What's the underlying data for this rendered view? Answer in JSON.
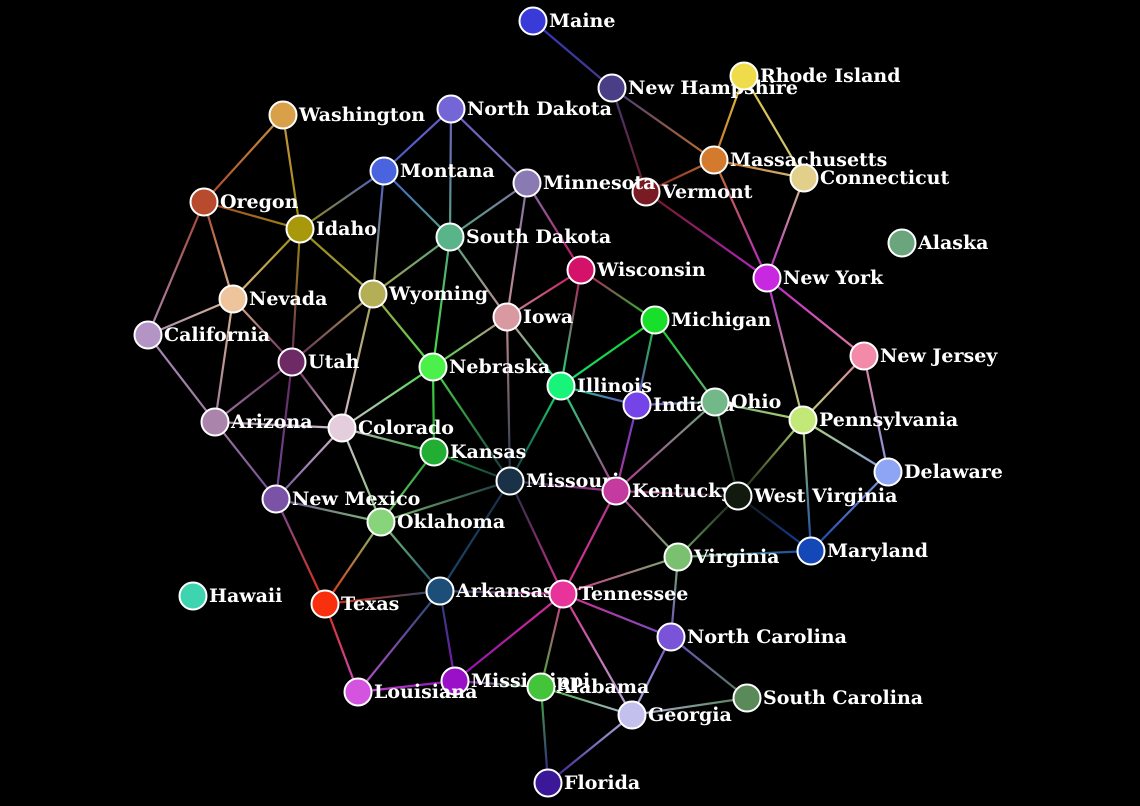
{
  "nodes": [
    {
      "id": "Maine",
      "label": "Maine",
      "color": "#3a3ad8"
    },
    {
      "id": "New Hampshire",
      "label": "New Hampshire",
      "color": "#4a3f87"
    },
    {
      "id": "Rhode Island",
      "label": "Rhode Island",
      "color": "#f0dc4a"
    },
    {
      "id": "Massachusetts",
      "label": "Massachusetts",
      "color": "#d47a2c"
    },
    {
      "id": "Connecticut",
      "label": "Connecticut",
      "color": "#e2cf8a"
    },
    {
      "id": "Vermont",
      "label": "Vermont",
      "color": "#7a1a22"
    },
    {
      "id": "Alaska",
      "label": "Alaska",
      "color": "#6aa57e"
    },
    {
      "id": "Washington",
      "label": "Washington",
      "color": "#d8a048"
    },
    {
      "id": "North Dakota",
      "label": "North Dakota",
      "color": "#7466d6"
    },
    {
      "id": "Montana",
      "label": "Montana",
      "color": "#4a64e0"
    },
    {
      "id": "Minnesota",
      "label": "Minnesota",
      "color": "#8a7ab4"
    },
    {
      "id": "Oregon",
      "label": "Oregon",
      "color": "#b84a2e"
    },
    {
      "id": "Idaho",
      "label": "Idaho",
      "color": "#a8980c"
    },
    {
      "id": "South Dakota",
      "label": "South Dakota",
      "color": "#5ab48a"
    },
    {
      "id": "Wisconsin",
      "label": "Wisconsin",
      "color": "#d4126a"
    },
    {
      "id": "New York",
      "label": "New York",
      "color": "#c828e0"
    },
    {
      "id": "Nevada",
      "label": "Nevada",
      "color": "#eec49c"
    },
    {
      "id": "Wyoming",
      "label": "Wyoming",
      "color": "#b4ae56"
    },
    {
      "id": "Iowa",
      "label": "Iowa",
      "color": "#d89aa0"
    },
    {
      "id": "Michigan",
      "label": "Michigan",
      "color": "#18e02a"
    },
    {
      "id": "California",
      "label": "California",
      "color": "#b494c4"
    },
    {
      "id": "Utah",
      "label": "Utah",
      "color": "#6e2a64"
    },
    {
      "id": "Nebraska",
      "label": "Nebraska",
      "color": "#4cf04a"
    },
    {
      "id": "New Jersey",
      "label": "New Jersey",
      "color": "#f48aaa"
    },
    {
      "id": "Illinois",
      "label": "Illinois",
      "color": "#18f47a"
    },
    {
      "id": "Indiana",
      "label": "Indiana",
      "color": "#7444e8"
    },
    {
      "id": "Ohio",
      "label": "Ohio",
      "color": "#72b888"
    },
    {
      "id": "Arizona",
      "label": "Arizona",
      "color": "#aa84aa"
    },
    {
      "id": "Colorado",
      "label": "Colorado",
      "color": "#e4cede"
    },
    {
      "id": "Pennsylvania",
      "label": "Pennsylvania",
      "color": "#c2e878"
    },
    {
      "id": "Kansas",
      "label": "Kansas",
      "color": "#22ae32"
    },
    {
      "id": "Delaware",
      "label": "Delaware",
      "color": "#8ea4f4"
    },
    {
      "id": "Missouri",
      "label": "Missouri",
      "color": "#1a3248"
    },
    {
      "id": "Kentucky",
      "label": "Kentucky",
      "color": "#c43a9e"
    },
    {
      "id": "West Virginia",
      "label": "West Virginia",
      "color": "#121a10"
    },
    {
      "id": "New Mexico",
      "label": "New Mexico",
      "color": "#7a52a6"
    },
    {
      "id": "Oklahoma",
      "label": "Oklahoma",
      "color": "#88d47a"
    },
    {
      "id": "Virginia",
      "label": "Virginia",
      "color": "#7ac070"
    },
    {
      "id": "Maryland",
      "label": "Maryland",
      "color": "#1448b8"
    },
    {
      "id": "Hawaii",
      "label": "Hawaii",
      "color": "#3ed4b0"
    },
    {
      "id": "Texas",
      "label": "Texas",
      "color": "#f8300e"
    },
    {
      "id": "Arkansas",
      "label": "Arkansas",
      "color": "#1c4e78"
    },
    {
      "id": "Tennessee",
      "label": "Tennessee",
      "color": "#e8349a"
    },
    {
      "id": "North Carolina",
      "label": "North Carolina",
      "color": "#7a54d8"
    },
    {
      "id": "Mississippi",
      "label": "Mississippi",
      "color": "#9a10c8"
    },
    {
      "id": "Alabama",
      "label": "Alabama",
      "color": "#44c43a"
    },
    {
      "id": "South Carolina",
      "label": "South Carolina",
      "color": "#5a8a5a"
    },
    {
      "id": "Louisiana",
      "label": "Louisiana",
      "color": "#d454e0"
    },
    {
      "id": "Georgia",
      "label": "Georgia",
      "color": "#c4c0ee"
    },
    {
      "id": "Florida",
      "label": "Florida",
      "color": "#3a1898"
    }
  ],
  "edges": [
    [
      "Maine",
      "New Hampshire"
    ],
    [
      "New Hampshire",
      "Vermont"
    ],
    [
      "New Hampshire",
      "Massachusetts"
    ],
    [
      "Rhode Island",
      "Massachusetts"
    ],
    [
      "Rhode Island",
      "Connecticut"
    ],
    [
      "Massachusetts",
      "Connecticut"
    ],
    [
      "Massachusetts",
      "Vermont"
    ],
    [
      "Massachusetts",
      "New York"
    ],
    [
      "Connecticut",
      "New York"
    ],
    [
      "Vermont",
      "New York"
    ],
    [
      "New York",
      "New Jersey"
    ],
    [
      "New York",
      "Pennsylvania"
    ],
    [
      "New Jersey",
      "Pennsylvania"
    ],
    [
      "New Jersey",
      "Delaware"
    ],
    [
      "Pennsylvania",
      "Delaware"
    ],
    [
      "Pennsylvania",
      "Ohio"
    ],
    [
      "Pennsylvania",
      "West Virginia"
    ],
    [
      "Pennsylvania",
      "Maryland"
    ],
    [
      "Delaware",
      "Maryland"
    ],
    [
      "Maryland",
      "West Virginia"
    ],
    [
      "Maryland",
      "Virginia"
    ],
    [
      "Washington",
      "Oregon"
    ],
    [
      "Washington",
      "Idaho"
    ],
    [
      "Oregon",
      "Idaho"
    ],
    [
      "Oregon",
      "Nevada"
    ],
    [
      "Oregon",
      "California"
    ],
    [
      "Idaho",
      "Nevada"
    ],
    [
      "Idaho",
      "Montana"
    ],
    [
      "Idaho",
      "Wyoming"
    ],
    [
      "Idaho",
      "Utah"
    ],
    [
      "Nevada",
      "California"
    ],
    [
      "Nevada",
      "Utah"
    ],
    [
      "Nevada",
      "Arizona"
    ],
    [
      "California",
      "Arizona"
    ],
    [
      "Montana",
      "North Dakota"
    ],
    [
      "Montana",
      "South Dakota"
    ],
    [
      "Montana",
      "Wyoming"
    ],
    [
      "North Dakota",
      "Minnesota"
    ],
    [
      "North Dakota",
      "South Dakota"
    ],
    [
      "Minnesota",
      "South Dakota"
    ],
    [
      "Minnesota",
      "Iowa"
    ],
    [
      "Minnesota",
      "Wisconsin"
    ],
    [
      "South Dakota",
      "Wyoming"
    ],
    [
      "South Dakota",
      "Nebraska"
    ],
    [
      "South Dakota",
      "Iowa"
    ],
    [
      "Wyoming",
      "Utah"
    ],
    [
      "Wyoming",
      "Colorado"
    ],
    [
      "Wyoming",
      "Nebraska"
    ],
    [
      "Utah",
      "Colorado"
    ],
    [
      "Utah",
      "Arizona"
    ],
    [
      "Utah",
      "New Mexico"
    ],
    [
      "Arizona",
      "New Mexico"
    ],
    [
      "Arizona",
      "Colorado"
    ],
    [
      "Colorado",
      "New Mexico"
    ],
    [
      "Colorado",
      "Nebraska"
    ],
    [
      "Colorado",
      "Kansas"
    ],
    [
      "Colorado",
      "Oklahoma"
    ],
    [
      "New Mexico",
      "Oklahoma"
    ],
    [
      "New Mexico",
      "Texas"
    ],
    [
      "Nebraska",
      "Iowa"
    ],
    [
      "Nebraska",
      "Kansas"
    ],
    [
      "Nebraska",
      "Missouri"
    ],
    [
      "Iowa",
      "Wisconsin"
    ],
    [
      "Iowa",
      "Illinois"
    ],
    [
      "Iowa",
      "Missouri"
    ],
    [
      "Wisconsin",
      "Illinois"
    ],
    [
      "Wisconsin",
      "Michigan"
    ],
    [
      "Michigan",
      "Illinois"
    ],
    [
      "Michigan",
      "Indiana"
    ],
    [
      "Michigan",
      "Ohio"
    ],
    [
      "Illinois",
      "Indiana"
    ],
    [
      "Illinois",
      "Missouri"
    ],
    [
      "Illinois",
      "Kentucky"
    ],
    [
      "Indiana",
      "Ohio"
    ],
    [
      "Indiana",
      "Kentucky"
    ],
    [
      "Ohio",
      "Kentucky"
    ],
    [
      "Ohio",
      "West Virginia"
    ],
    [
      "Kansas",
      "Missouri"
    ],
    [
      "Kansas",
      "Oklahoma"
    ],
    [
      "Oklahoma",
      "Missouri"
    ],
    [
      "Oklahoma",
      "Arkansas"
    ],
    [
      "Oklahoma",
      "Texas"
    ],
    [
      "Missouri",
      "Arkansas"
    ],
    [
      "Missouri",
      "Kentucky"
    ],
    [
      "Missouri",
      "Tennessee"
    ],
    [
      "Kentucky",
      "West Virginia"
    ],
    [
      "Kentucky",
      "Virginia"
    ],
    [
      "Kentucky",
      "Tennessee"
    ],
    [
      "West Virginia",
      "Virginia"
    ],
    [
      "Virginia",
      "Tennessee"
    ],
    [
      "Virginia",
      "North Carolina"
    ],
    [
      "Texas",
      "Arkansas"
    ],
    [
      "Texas",
      "Louisiana"
    ],
    [
      "Arkansas",
      "Tennessee"
    ],
    [
      "Arkansas",
      "Mississippi"
    ],
    [
      "Arkansas",
      "Louisiana"
    ],
    [
      "Tennessee",
      "North Carolina"
    ],
    [
      "Tennessee",
      "Mississippi"
    ],
    [
      "Tennessee",
      "Alabama"
    ],
    [
      "Tennessee",
      "Georgia"
    ],
    [
      "North Carolina",
      "Georgia"
    ],
    [
      "North Carolina",
      "South Carolina"
    ],
    [
      "Mississippi",
      "Louisiana"
    ],
    [
      "Mississippi",
      "Alabama"
    ],
    [
      "Alabama",
      "Georgia"
    ],
    [
      "Alabama",
      "Florida"
    ],
    [
      "Georgia",
      "South Carolina"
    ],
    [
      "Georgia",
      "Florida"
    ]
  ]
}
